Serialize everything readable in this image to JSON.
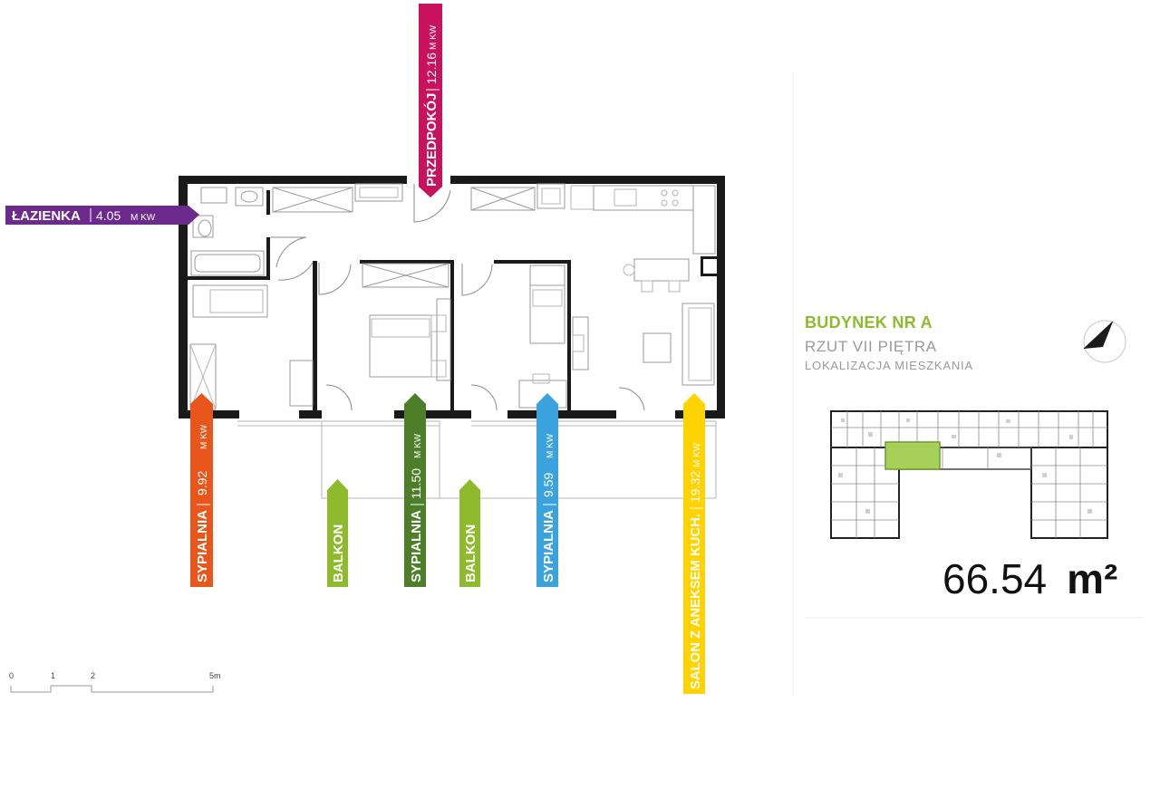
{
  "rooms": {
    "bathroom": {
      "name": "ŁAZIENKA",
      "area": "4.05",
      "unit": "M KW",
      "color": "#6b2a8c"
    },
    "hall": {
      "name": "PRZEDPOKÓJ",
      "area": "12.16",
      "unit": "M KW",
      "color": "#c8125e"
    },
    "bedroom1": {
      "name": "SYPIALNIA",
      "area": "9.92",
      "unit": "M KW",
      "color": "#e8561b"
    },
    "bedroom2": {
      "name": "SYPIALNIA",
      "area": "11.50",
      "unit": "M KW",
      "color": "#4d7f2b"
    },
    "bedroom3": {
      "name": "SYPIALNIA",
      "area": "9.59",
      "unit": "M KW",
      "color": "#3aa3de"
    },
    "living": {
      "name": "SALON Z ANEKSEM KUCH.",
      "area": "19.32",
      "unit": "M KW",
      "color": "#ffd200"
    }
  },
  "balconies": [
    {
      "name": "BALKON",
      "color": "#8dbb2d"
    },
    {
      "name": "BALKON",
      "color": "#8dbb2d"
    }
  ],
  "scale": {
    "ticks": [
      "0",
      "1",
      "2",
      "5m"
    ]
  },
  "building": {
    "title": "BUDYNEK NR A",
    "floor": "RZUT VII PIĘTRA",
    "location": "LOKALIZACJA MIESZKANIA",
    "highlight_color": "#a6d05a"
  },
  "total": {
    "value": "66.54",
    "unit": "m²"
  },
  "icons": {
    "compass": "north-arrow-icon"
  }
}
